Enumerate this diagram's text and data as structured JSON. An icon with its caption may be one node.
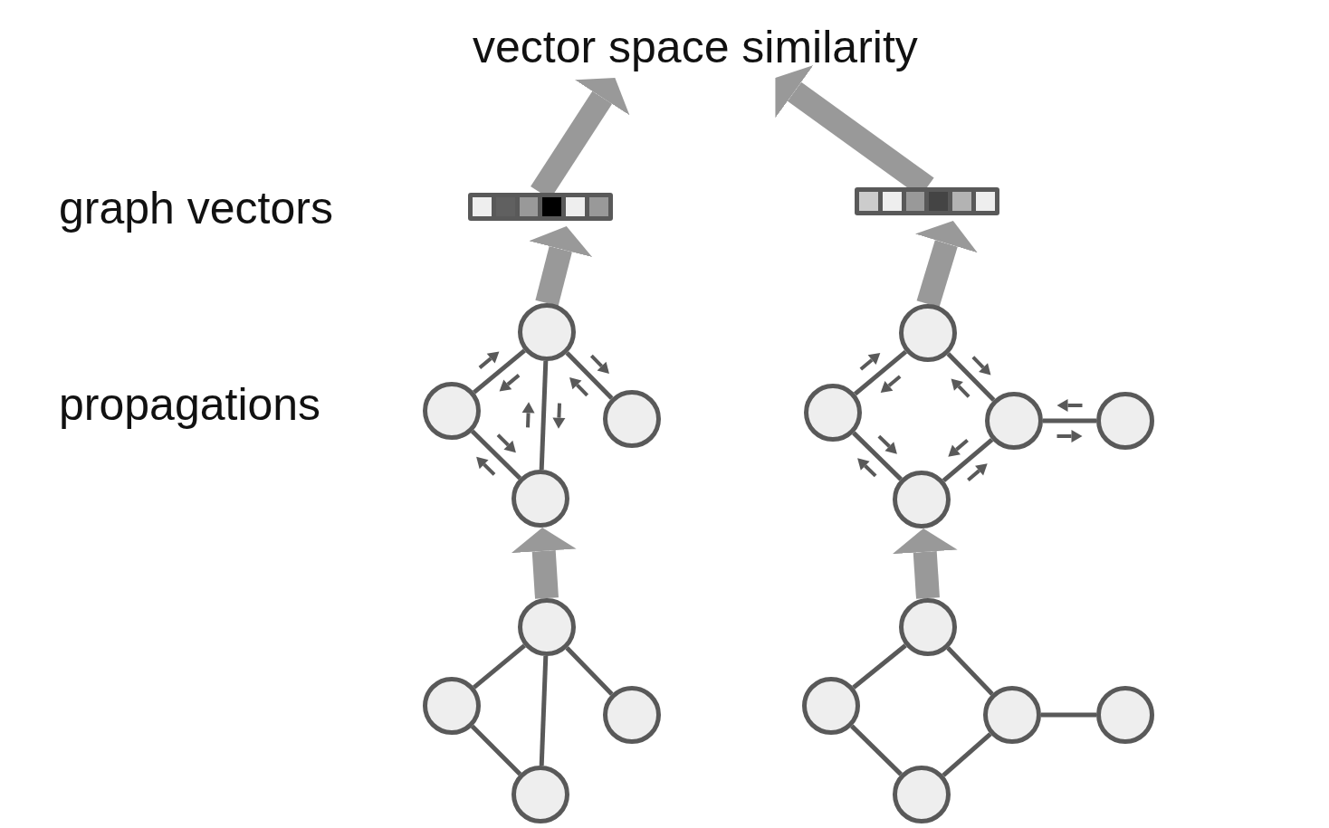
{
  "diagram": {
    "nodes": [
      {
        "text": [
          "vector space similarity"
        ]
      },
      {
        "text": [],
        "shape": "bar"
      },
      {
        "text": [],
        "shape": "bar"
      },
      {
        "text": [],
        "shape": "circle"
      },
      {
        "text": [],
        "shape": "circle"
      },
      {
        "text": [],
        "shape": "circle"
      },
      {
        "text": [],
        "shape": "circle"
      },
      {
        "text": [],
        "shape": "circle"
      },
      {
        "text": [],
        "shape": "circle"
      },
      {
        "text": [],
        "shape": "circle"
      },
      {
        "text": [],
        "shape": "circle"
      },
      {
        "text": [],
        "shape": "circle"
      },
      {
        "text": [],
        "shape": "circle"
      },
      {
        "text": [],
        "shape": "circle"
      },
      {
        "text": [],
        "shape": "circle"
      },
      {
        "text": [],
        "shape": "circle"
      },
      {
        "text": [],
        "shape": "circle"
      },
      {
        "text": [],
        "shape": "circle"
      },
      {
        "text": [],
        "shape": "circle"
      },
      {
        "text": [],
        "shape": "circle"
      },
      {
        "text": [],
        "shape": "circle"
      }
    ],
    "edges": [
      {
        "from": 1,
        "to": 0,
        "arrow": "to",
        "style": "thick",
        "color": "#999999"
      },
      {
        "from": 2,
        "to": 0,
        "arrow": "to",
        "style": "thick",
        "color": "#999999"
      },
      {
        "from": 3,
        "to": 1,
        "arrow": "to",
        "style": "thick",
        "color": "#999999"
      },
      {
        "from": 7,
        "to": 2,
        "arrow": "to",
        "style": "thick",
        "color": "#999999"
      },
      {
        "from": 12,
        "to": 6,
        "arrow": "to",
        "style": "thick",
        "color": "#999999"
      },
      {
        "from": 16,
        "to": 11,
        "arrow": "to",
        "style": "thick",
        "color": "#999999"
      },
      {
        "from": 3,
        "to": 4,
        "arrow": "none"
      },
      {
        "from": 3,
        "to": 5,
        "arrow": "none"
      },
      {
        "from": 3,
        "to": 6,
        "arrow": "none"
      },
      {
        "from": 4,
        "to": 6,
        "arrow": "none"
      },
      {
        "from": 7,
        "to": 8,
        "arrow": "none"
      },
      {
        "from": 7,
        "to": 9,
        "arrow": "none"
      },
      {
        "from": 8,
        "to": 11,
        "arrow": "none"
      },
      {
        "from": 11,
        "to": 9,
        "arrow": "none"
      },
      {
        "from": 9,
        "to": 10,
        "arrow": "none"
      },
      {
        "from": 12,
        "to": 13,
        "arrow": "none"
      },
      {
        "from": 12,
        "to": 14,
        "arrow": "none"
      },
      {
        "from": 12,
        "to": 15,
        "arrow": "none"
      },
      {
        "from": 13,
        "to": 15,
        "arrow": "none"
      },
      {
        "from": 16,
        "to": 17,
        "arrow": "none"
      },
      {
        "from": 16,
        "to": 18,
        "arrow": "none"
      },
      {
        "from": 17,
        "to": 20,
        "arrow": "none"
      },
      {
        "from": 20,
        "to": 18,
        "arrow": "none"
      },
      {
        "from": 18,
        "to": 19,
        "arrow": "none"
      }
    ],
    "labels": [
      "graph vectors",
      "propagations"
    ]
  }
}
